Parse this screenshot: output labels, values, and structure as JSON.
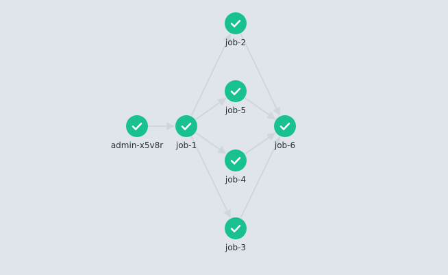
{
  "pipeline": {
    "nodes": [
      {
        "id": "admin-x5v8r",
        "label": "admin-x5v8r",
        "status": "success",
        "icon": "check-icon",
        "color": "#19c090"
      },
      {
        "id": "job-1",
        "label": "job-1",
        "status": "success",
        "icon": "check-icon",
        "color": "#19c090"
      },
      {
        "id": "job-2",
        "label": "job-2",
        "status": "success",
        "icon": "check-icon",
        "color": "#19c090"
      },
      {
        "id": "job-5",
        "label": "job-5",
        "status": "success",
        "icon": "check-icon",
        "color": "#19c090"
      },
      {
        "id": "job-4",
        "label": "job-4",
        "status": "success",
        "icon": "check-icon",
        "color": "#19c090"
      },
      {
        "id": "job-3",
        "label": "job-3",
        "status": "success",
        "icon": "check-icon",
        "color": "#19c090"
      },
      {
        "id": "job-6",
        "label": "job-6",
        "status": "success",
        "icon": "check-icon",
        "color": "#19c090"
      }
    ],
    "edges": [
      {
        "from": "admin-x5v8r",
        "to": "job-1"
      },
      {
        "from": "job-1",
        "to": "job-2"
      },
      {
        "from": "job-1",
        "to": "job-5"
      },
      {
        "from": "job-1",
        "to": "job-4"
      },
      {
        "from": "job-1",
        "to": "job-3"
      },
      {
        "from": "job-2",
        "to": "job-6"
      },
      {
        "from": "job-5",
        "to": "job-6"
      },
      {
        "from": "job-4",
        "to": "job-6"
      },
      {
        "from": "job-3",
        "to": "job-6"
      }
    ],
    "edge_color": "#cfd6dd",
    "background_color": "#dfe5eb"
  }
}
